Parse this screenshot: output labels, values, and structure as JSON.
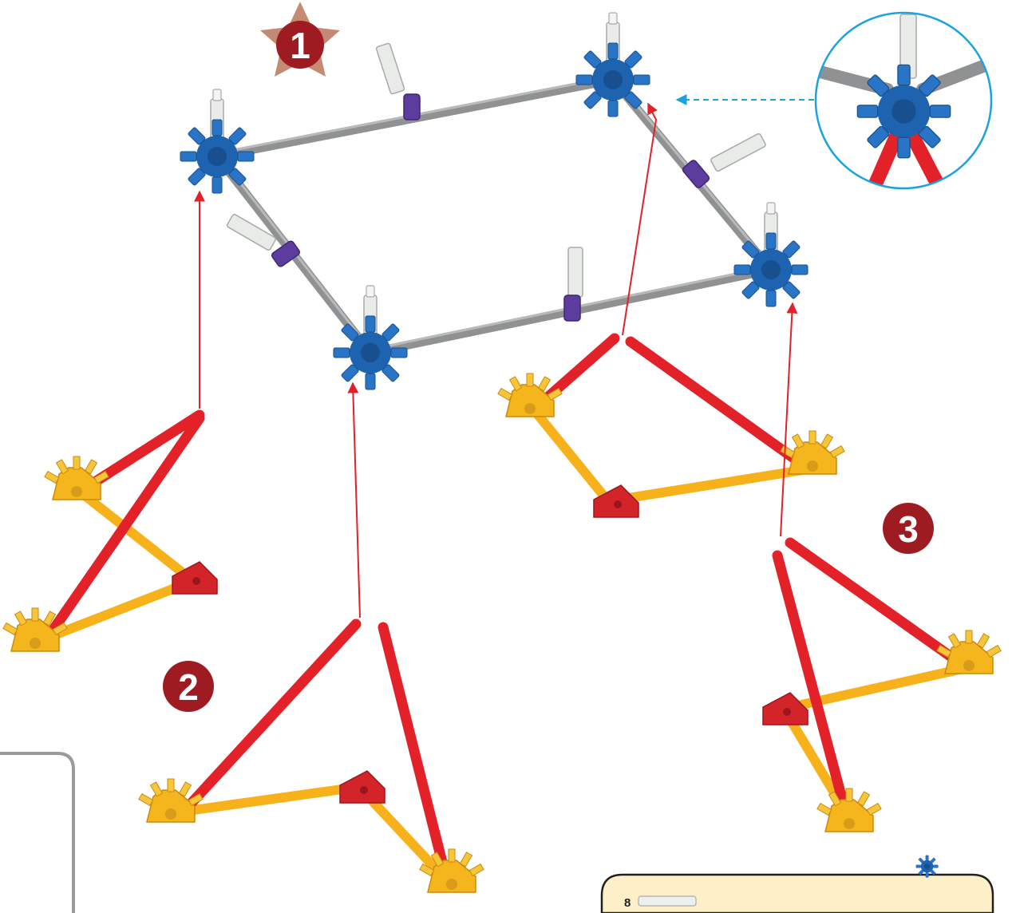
{
  "steps": [
    {
      "number": "1"
    },
    {
      "number": "2"
    },
    {
      "number": "3"
    }
  ],
  "parts_box": {
    "items": [
      {
        "count": "8",
        "part": "white-rod-icon"
      },
      {
        "count": "",
        "part": "blue-connector-icon"
      }
    ]
  },
  "colors": {
    "step_badge": "#9e1b22",
    "star": "#c58b72",
    "rod_red": "#e32128",
    "rod_yellow": "#f7b21b",
    "rod_grey": "#8f9193",
    "connector_blue": "#1e63b0",
    "connector_yellow": "#f5b51d",
    "connector_red": "#d3242a",
    "clip_purple": "#5c3d9e",
    "arrow_red": "#e32128",
    "arrow_blue": "#1aa3de",
    "parts_box_bg": "#fdf0c8",
    "panel_border": "#9a9a9a"
  }
}
